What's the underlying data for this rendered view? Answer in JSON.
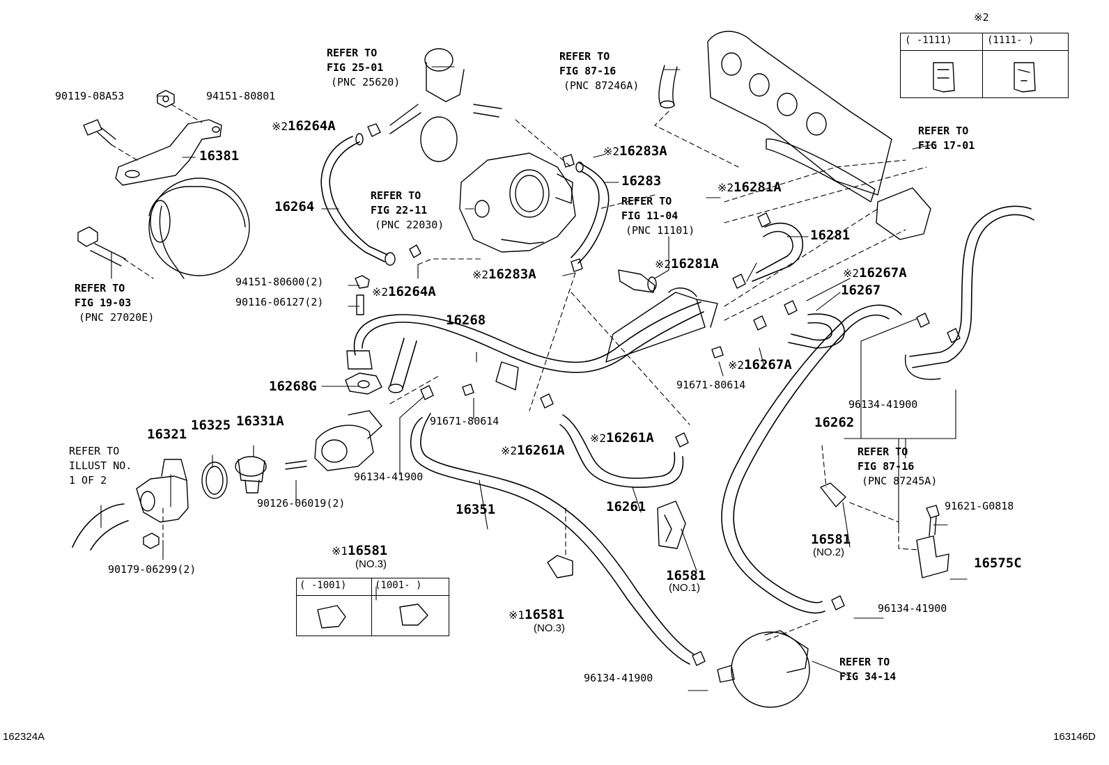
{
  "corner_codes": {
    "left": "162324A",
    "right": "163146D"
  },
  "mark_symbol_1": "※1",
  "mark_symbol_2": "※2",
  "table_top": {
    "title": "※2",
    "col1": "(     -1111)",
    "col2": "(1111-     )"
  },
  "table_bottom": {
    "col1": "(     -1001)",
    "col2": "(1001-     )"
  },
  "refs": {
    "fig25": {
      "line1": "REFER TO",
      "line2": "FIG 25-01",
      "pnc": "(PNC 25620)"
    },
    "fig87a": {
      "line1": "REFER TO",
      "line2": "FIG 87-16",
      "pnc": "(PNC 87246A)"
    },
    "fig17": {
      "line1": "REFER TO",
      "line2": "FIG 17-01"
    },
    "fig22": {
      "line1": "REFER TO",
      "line2": "FIG 22-11",
      "pnc": "(PNC 22030)"
    },
    "fig11": {
      "line1": "REFER TO",
      "line2": "FIG 11-04",
      "pnc": "(PNC 11101)"
    },
    "fig19": {
      "line1": "REFER TO",
      "line2": "FIG 19-03",
      "pnc": "(PNC 27020E)"
    },
    "fig87b": {
      "line1": "REFER TO",
      "line2": "FIG 87-16",
      "pnc": "(PNC 87245A)"
    },
    "fig34": {
      "line1": "REFER TO",
      "line2": "FIG 34-14"
    },
    "illust": {
      "line1": "REFER TO",
      "line2": "ILLUST NO.",
      "line3": "1 OF 2"
    }
  },
  "parts": {
    "p90119": "90119-08A53",
    "p94151a": "94151-80801",
    "p16381": "16381",
    "p16264A_top": "16264A",
    "p16264": "16264",
    "p16264A_bot": "16264A",
    "p94151b": "94151-80600(2)",
    "p90116": "90116-06127(2)",
    "p16283A_top": "16283A",
    "p16283": "16283",
    "p16283A_bot": "16283A",
    "p16281A_top": "16281A",
    "p16281": "16281",
    "p16281A_bot": "16281A",
    "p16267A_top": "16267A",
    "p16267": "16267",
    "p16267A_bot": "16267A",
    "p16268": "16268",
    "p16268G": "16268G",
    "p91671a": "91671-80614",
    "p91671b": "91671-80614",
    "p16261A_left": "16261A",
    "p16261A_right": "16261A",
    "p16261": "16261",
    "p16262": "16262",
    "p96134_right": "96134-41900",
    "p96134_mid": "96134-41900",
    "p96134_bot": "96134-41900",
    "p96134_low": "96134-41900",
    "p16321": "16321",
    "p16325": "16325",
    "p16331A": "16331A",
    "p90126": "90126-06019(2)",
    "p90179": "90179-06299(2)",
    "p16351": "16351",
    "p16581_no3_top": "16581",
    "p16581_no3_top_sub": "(NO.3)",
    "p16581_no3_bot": "16581",
    "p16581_no3_bot_sub": "(NO.3)",
    "p16581_no1": "16581",
    "p16581_no1_sub": "(NO.1)",
    "p16581_no2": "16581",
    "p16581_no2_sub": "(NO.2)",
    "p91621": "91621-G0818",
    "p16575C": "16575C"
  }
}
